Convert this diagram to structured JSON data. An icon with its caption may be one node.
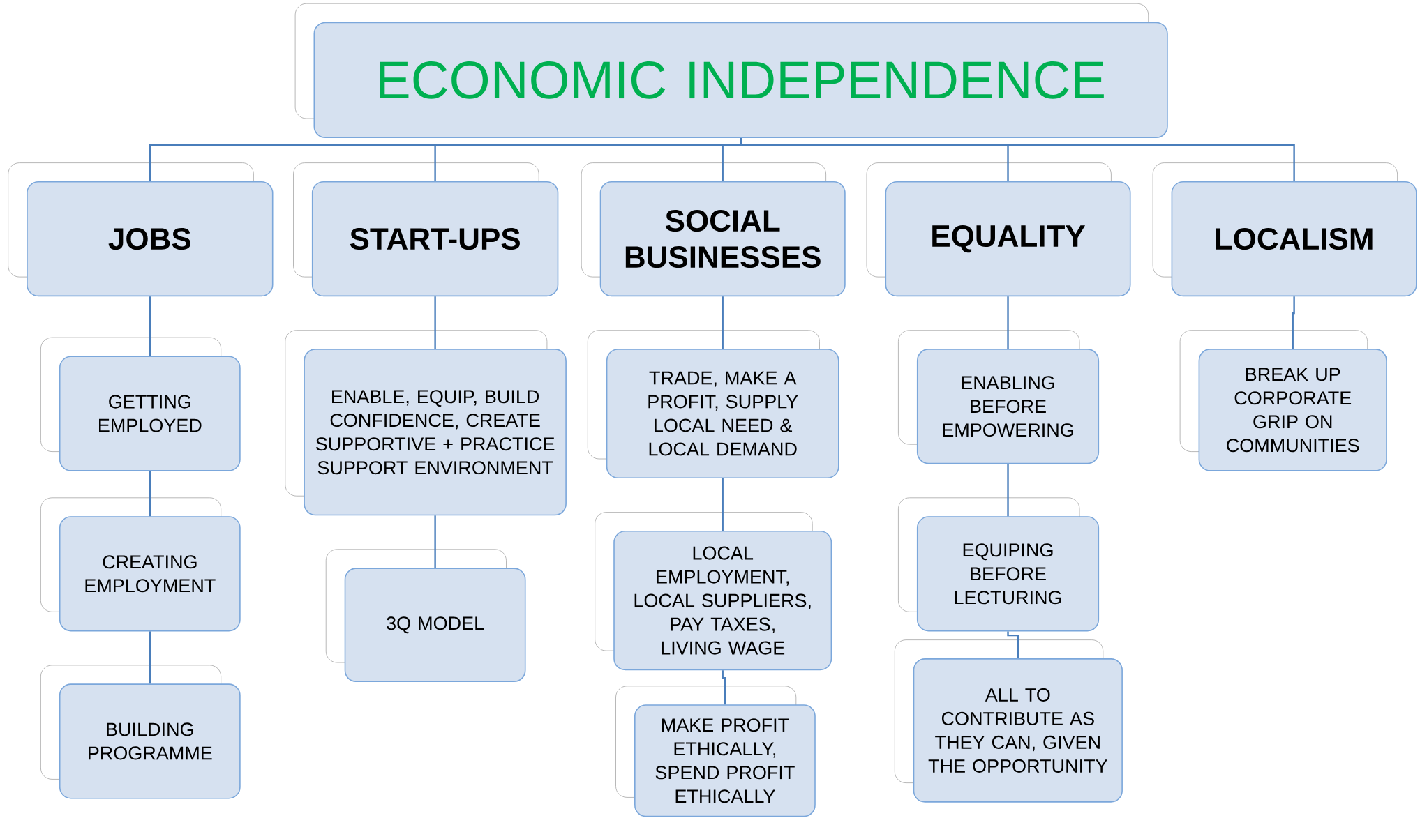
{
  "diagram": {
    "nodes": [
      {
        "text": [
          "ECONOMIC INDEPENDENCE"
        ]
      },
      {
        "text": [
          "JOBS"
        ]
      },
      {
        "text": [
          "START-UPS"
        ]
      },
      {
        "text": [
          "SOCIAL BUSINESSES"
        ]
      },
      {
        "text": [
          "EQUALITY"
        ]
      },
      {
        "text": [
          "LOCALISM"
        ]
      },
      {
        "text": [
          "GETTING EMPLOYED"
        ]
      },
      {
        "text": [
          "CREATING EMPLOYMENT"
        ]
      },
      {
        "text": [
          "BUILDING PROGRAMME"
        ]
      },
      {
        "text": [
          "ENABLE, EQUIP, BUILD CONFIDENCE, CREATE SUPPORTIVE + PRACTICE SUPPORT ENVIRONMENT"
        ]
      },
      {
        "text": [
          "3Q MODEL"
        ]
      },
      {
        "text": [
          "TRADE, MAKE A PROFIT, SUPPLY LOCAL NEED & LOCAL DEMAND"
        ]
      },
      {
        "text": [
          "LOCAL EMPLOYMENT, LOCAL SUPPLIERS, PAY TAXES, LIVING WAGE"
        ]
      },
      {
        "text": [
          "MAKE PROFIT ETHICALLY, SPEND PROFIT ETHICALLY"
        ]
      },
      {
        "text": [
          "ENABLING BEFORE EMPOWERING"
        ]
      },
      {
        "text": [
          "EQUIPING BEFORE LECTURING"
        ]
      },
      {
        "text": [
          "ALL TO CONTRIBUTE AS THEY CAN, GIVEN THE OPPORTUNITY"
        ]
      },
      {
        "text": [
          "BREAK UP CORPORATE GRIP ON COMMUNITIES"
        ]
      }
    ],
    "edges": [
      {
        "from": 0,
        "to": 1,
        "arrow": "none"
      },
      {
        "from": 0,
        "to": 2,
        "arrow": "none"
      },
      {
        "from": 0,
        "to": 3,
        "arrow": "none"
      },
      {
        "from": 0,
        "to": 4,
        "arrow": "none"
      },
      {
        "from": 0,
        "to": 5,
        "arrow": "none"
      },
      {
        "from": 1,
        "to": 6,
        "arrow": "none"
      },
      {
        "from": 6,
        "to": 7,
        "arrow": "none"
      },
      {
        "from": 7,
        "to": 8,
        "arrow": "none"
      },
      {
        "from": 2,
        "to": 9,
        "arrow": "none"
      },
      {
        "from": 9,
        "to": 10,
        "arrow": "none"
      },
      {
        "from": 3,
        "to": 11,
        "arrow": "none"
      },
      {
        "from": 11,
        "to": 12,
        "arrow": "none"
      },
      {
        "from": 12,
        "to": 13,
        "arrow": "none"
      },
      {
        "from": 4,
        "to": 14,
        "arrow": "none"
      },
      {
        "from": 14,
        "to": 15,
        "arrow": "none"
      },
      {
        "from": 15,
        "to": 16,
        "arrow": "none"
      },
      {
        "from": 5,
        "to": 17,
        "arrow": "none"
      }
    ]
  }
}
